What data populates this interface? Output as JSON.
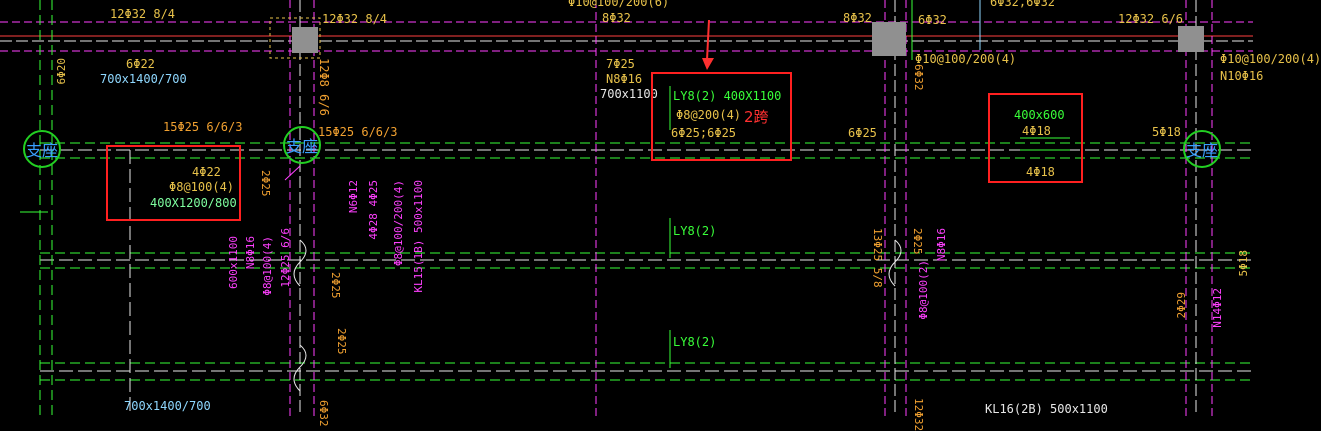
{
  "labels": {
    "top1": "12Φ32 8/4",
    "top2": "12Φ32 8/4",
    "top3": "Φ10@100/200(6)",
    "top4": "8Φ32",
    "top5": "8Φ32",
    "top6": "6Φ32",
    "top7": "6Φ32,6Φ32",
    "top8": "12Φ32 6/6",
    "top9": "Φ10@100/200(4)",
    "top10": "Φ10@100/200(4)",
    "top11": "N10Φ16",
    "left1": "6Φ22",
    "left2": "700x1400/700",
    "left3": "15Φ25 6/6/3",
    "left4": "15Φ25 6/6/3",
    "mid1": "7Φ25",
    "mid2": "N8Φ16",
    "mid3": "700x1100",
    "right1": "6Φ25",
    "right2": "5Φ18",
    "bot1": "700x1400/700",
    "bot2": "KL16(2B) 500x1100",
    "v_left_top": "6Φ20",
    "v_col1a": "12Φ8 6/6",
    "v_col1b": "6Φ32",
    "v_col1c": "2Φ25",
    "v_col1d": "N6Φ12",
    "v_col1e": "4Φ28 4Φ25",
    "v_col1f": "KL15(1B) 500x1100",
    "v_col1g": "Φ8@100/200(4)",
    "v_col1h": "2Φ25",
    "v_col1i": "2Φ25",
    "v_mag1": "600x1100",
    "v_mag2": "N8Φ16",
    "v_mag3": "Φ8@100(4)",
    "v_mag4": "12Φ25 6/6",
    "v_col2a": "13Φ25 5/8",
    "v_col2b": "2Φ25",
    "v_col2c": "N8Φ16",
    "v_col2d": "Φ8@100(2)",
    "v_col2e": "6Φ32",
    "v_col2f": "12Φ32",
    "v_col3a": "2Φ29",
    "v_col3b": "N14Φ12",
    "v_col3c": "5Φ18"
  },
  "box_left": {
    "line1": "4Φ22",
    "line2": "Φ8@100(4)",
    "line3": "400X1200/800"
  },
  "box_center": {
    "line1": "LY8(2) 400X1100",
    "line2": "Φ8@200(4)",
    "line3": "6Φ25;6Φ25",
    "annotation": "2跨"
  },
  "box_right": {
    "line1": "400x600",
    "line2": "4Φ18",
    "line3": "4Φ18"
  },
  "beam_labels": {
    "ly1": "LY8(2)",
    "ly2": "LY8(2)"
  },
  "supports": {
    "left": "支座",
    "middle": "支座",
    "right": "支座"
  }
}
